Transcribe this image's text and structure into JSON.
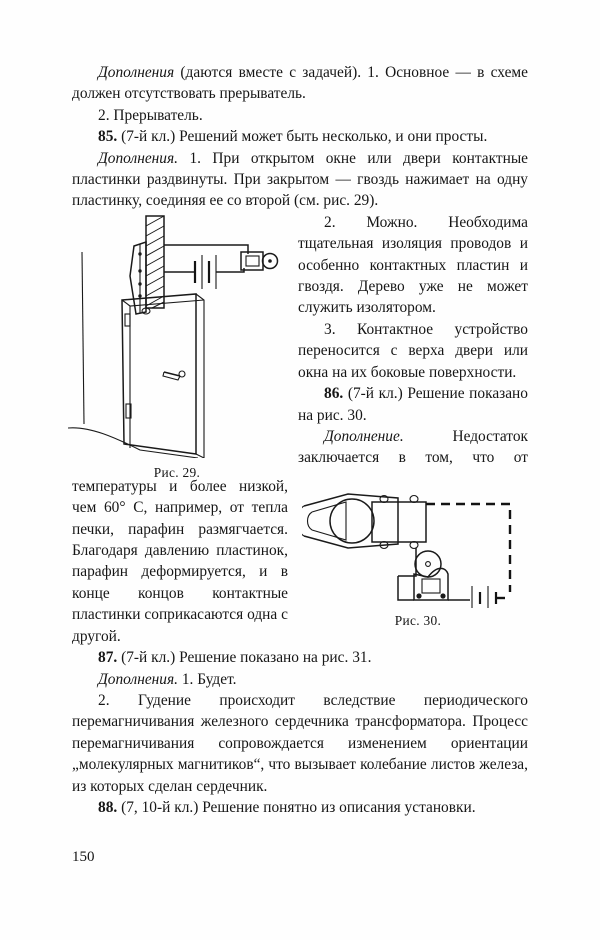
{
  "document": {
    "language": "ru",
    "page_number": "150"
  },
  "body": {
    "para_dopolneniya_1": {
      "lead_italic": "Дополнения",
      "rest": " (даются вместе с задачей). 1. Основное — в схеме должен отсутствовать прерыватель."
    },
    "para_2_preryvatel": "2. Прерыватель.",
    "para_85": {
      "number": "85.",
      "rest": " (7-й кл.) Решений может быть несколько, и они просты."
    },
    "para_dopolneniya_2": {
      "lead_italic": "Дополнения.",
      "rest": " 1. При открытом окне или двери контактные пластинки раздвинуты. При закрытом — гвоздь нажимает на одну пластинку, соединяя ее со второй (см. рис. 29)."
    },
    "para_mozhno": "2. Можно. Необходима тщательная изоляция проводов и особенно контактных пластин и гвоздя. Дерево уже не может служить изолятором.",
    "para_kontaktnoe": "3. Контактное устройство переносится с верха двери или окна на их боковые поверхности.",
    "para_86": {
      "number": "86.",
      "rest": " (7-й кл.) Решение показано на рис. 30."
    },
    "para_dopolnenie_3": {
      "lead_italic": "Дополнение.",
      "rest": " Недостаток заключается в том, что от температуры и более низкой, чем 60° С, например, от тепла печки, парафин размягчается. Благодаря давлению пластинок, парафин деформируется, и в конце концов контактные пластинки соприкасаются одна с другой."
    },
    "para_87": {
      "number": "87.",
      "rest": " (7-й кл.) Решение показано на рис. 31."
    },
    "para_dopolneniya_4": {
      "lead_italic": "Дополнения.",
      "rest": " 1. Будет."
    },
    "para_gudenie": "2. Гудение происходит вследствие периодического перемагничивания железного сердечника трансформатора. Процесс перемагничивания сопровождается изменением ориентации „молекулярных магнитиков“, что вызывает колебание листов железа, из которых сделан сердечник.",
    "para_88": {
      "number": "88.",
      "rest": " (7, 10-й кл.) Решение понятно из описания установки."
    }
  },
  "figures": [
    {
      "id": "fig-29",
      "caption": "Рис. 29.",
      "description": "door-contact-circuit-diagram",
      "elements": [
        "wall",
        "door",
        "door-jamb-hatched",
        "contact-plates",
        "battery",
        "electric-bell",
        "door-handle"
      ]
    },
    {
      "id": "fig-30",
      "caption": "Рис. 30.",
      "description": "paraffin-thermal-contact-circuit-diagram",
      "elements": [
        "clamp-holder",
        "round-vessel",
        "contact-plates",
        "bell",
        "battery",
        "dashed-wire"
      ]
    }
  ]
}
